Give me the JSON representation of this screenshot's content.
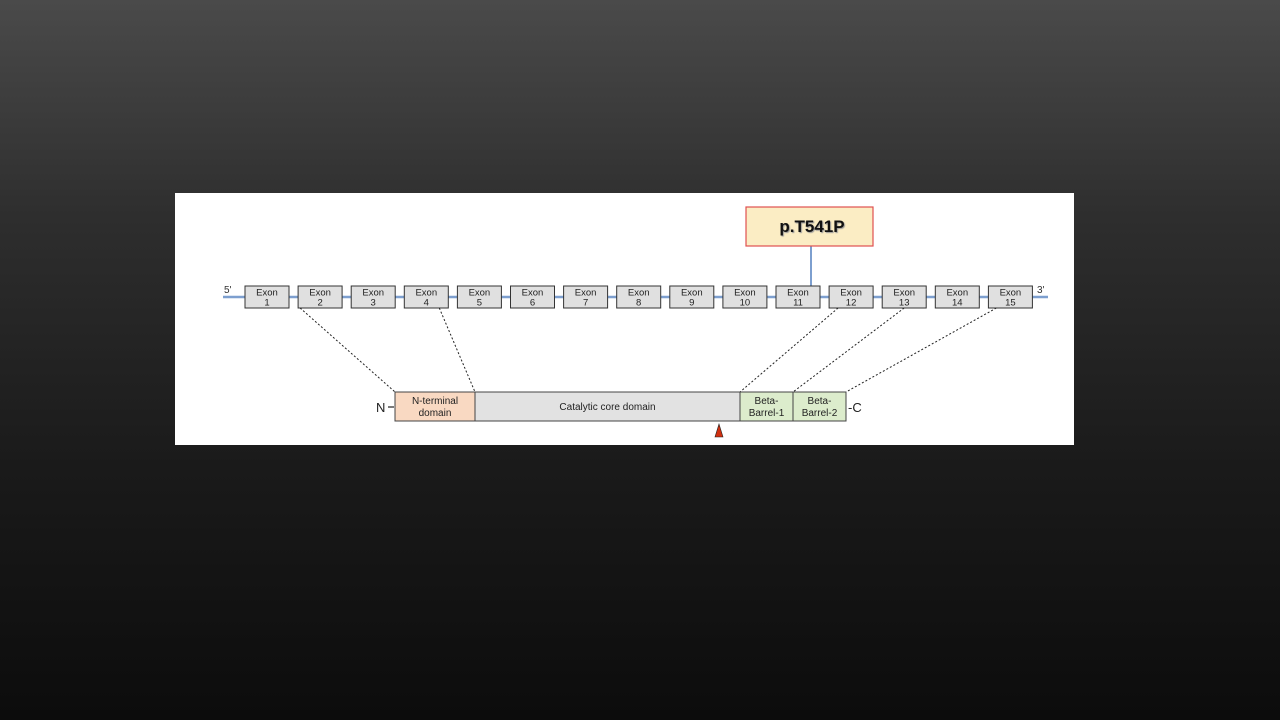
{
  "mutation": {
    "label": "p.T541P",
    "exon_index": 10
  },
  "gene": {
    "five_prime": "5'",
    "three_prime": "3'",
    "exons": [
      {
        "line1": "Exon",
        "line2": "1"
      },
      {
        "line1": "Exon",
        "line2": "2"
      },
      {
        "line1": "Exon",
        "line2": "3"
      },
      {
        "line1": "Exon",
        "line2": "4"
      },
      {
        "line1": "Exon",
        "line2": "5"
      },
      {
        "line1": "Exon",
        "line2": "6"
      },
      {
        "line1": "Exon",
        "line2": "7"
      },
      {
        "line1": "Exon",
        "line2": "8"
      },
      {
        "line1": "Exon",
        "line2": "9"
      },
      {
        "line1": "Exon",
        "line2": "10"
      },
      {
        "line1": "Exon",
        "line2": "11"
      },
      {
        "line1": "Exon",
        "line2": "12"
      },
      {
        "line1": "Exon",
        "line2": "13"
      },
      {
        "line1": "Exon",
        "line2": "14"
      },
      {
        "line1": "Exon",
        "line2": "15"
      }
    ]
  },
  "protein": {
    "n_label": "N",
    "c_label": "-C",
    "domains": [
      {
        "line1": "N-terminal",
        "line2": "domain",
        "color": "#f9d9c2"
      },
      {
        "line1": "Catalytic core domain",
        "line2": "",
        "color": "#e2e2e2"
      },
      {
        "line1": "Beta-",
        "line2": "Barrel-1",
        "color": "#dceccc"
      },
      {
        "line1": "Beta-",
        "line2": "Barrel-2",
        "color": "#dceccc"
      }
    ]
  },
  "colors": {
    "gene_line": "#7d9fcf",
    "exon_fill": "#e0e0e0",
    "mutation_box_fill": "#fbedc4",
    "mutation_box_border": "#e05050",
    "marker": "#d03010"
  }
}
